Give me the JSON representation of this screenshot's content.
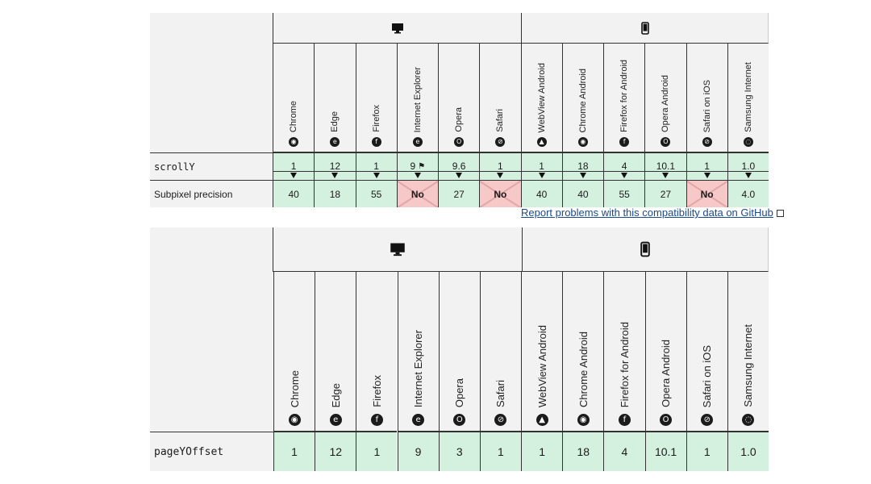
{
  "groups": {
    "desktop": "desktop-icon",
    "mobile": "mobile-icon"
  },
  "browsers": [
    {
      "name": "Chrome",
      "icon": "chrome-icon"
    },
    {
      "name": "Edge",
      "icon": "edge-icon"
    },
    {
      "name": "Firefox",
      "icon": "firefox-icon"
    },
    {
      "name": "Internet Explorer",
      "icon": "internet-explorer-icon"
    },
    {
      "name": "Opera",
      "icon": "opera-icon"
    },
    {
      "name": "Safari",
      "icon": "safari-icon"
    },
    {
      "name": "WebView Android",
      "icon": "android-icon"
    },
    {
      "name": "Chrome Android",
      "icon": "chrome-icon"
    },
    {
      "name": "Firefox for Android",
      "icon": "firefox-icon"
    },
    {
      "name": "Opera Android",
      "icon": "opera-icon"
    },
    {
      "name": "Safari on iOS",
      "icon": "safari-icon"
    },
    {
      "name": "Samsung Internet",
      "icon": "samsung-internet-icon"
    }
  ],
  "table1": {
    "rows": [
      {
        "label": "scrollY",
        "values": [
          "1",
          "12",
          "1",
          "9",
          "9.6",
          "1",
          "1",
          "18",
          "4",
          "10.1",
          "1",
          "1.0"
        ]
      },
      {
        "label": "Subpixel precision",
        "values": [
          "40",
          "18",
          "55",
          "No",
          "27",
          "No",
          "40",
          "40",
          "55",
          "27",
          "No",
          "4.0"
        ]
      }
    ],
    "ie_flag_glyph": "flag-icon"
  },
  "report_link": "Report problems with this compatibility data on GitHub",
  "table2": {
    "rows": [
      {
        "label": "pageYOffset",
        "values": [
          "1",
          "12",
          "1",
          "9",
          "3",
          "1",
          "1",
          "18",
          "4",
          "10.1",
          "1",
          "1.0"
        ]
      }
    ]
  },
  "colors": {
    "supported": "#d4f0df",
    "unsupported": "#f6c8c8",
    "header": "#f2f2f2",
    "link": "#1a4a8a"
  }
}
